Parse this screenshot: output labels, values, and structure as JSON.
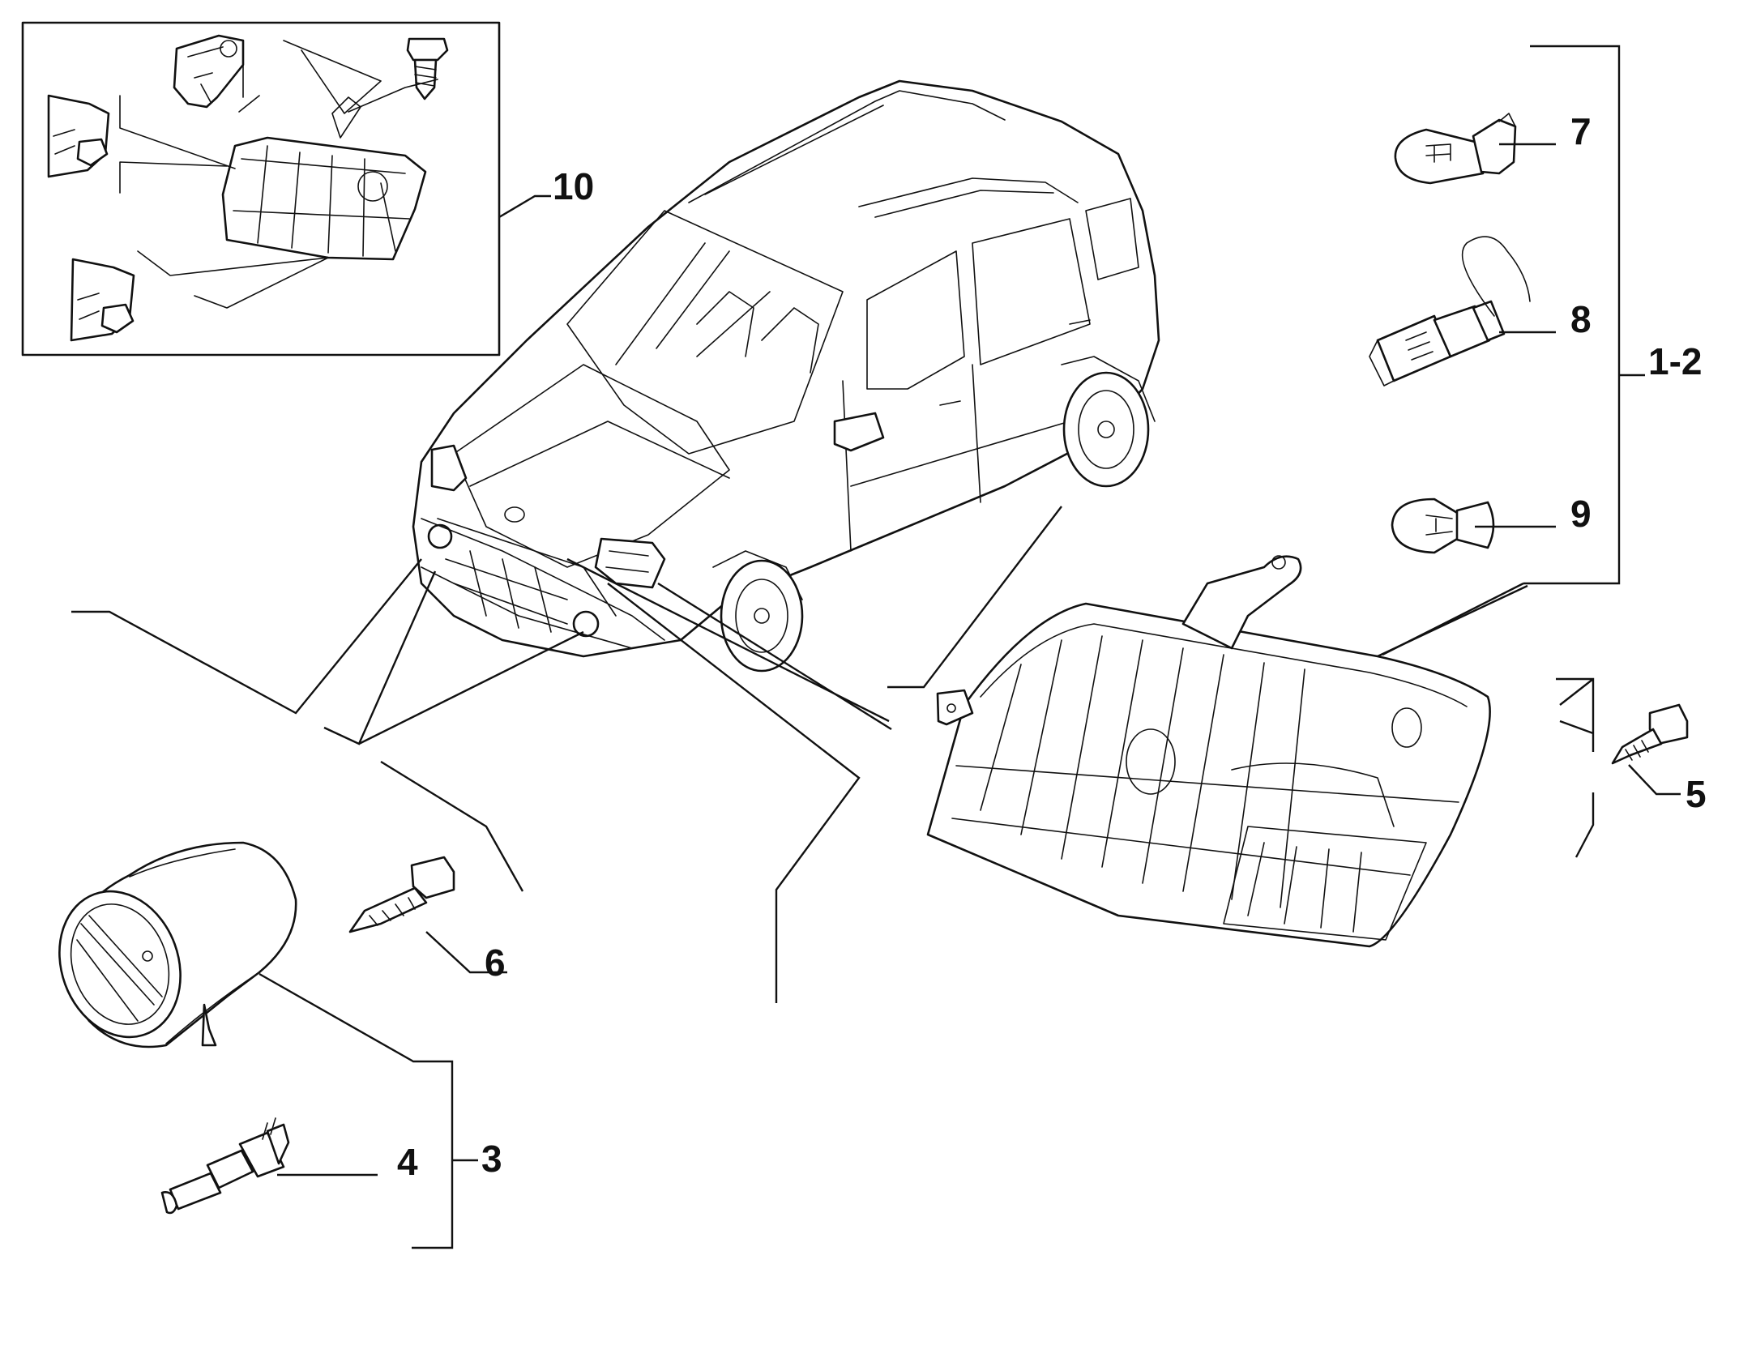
{
  "callouts": {
    "c10": "10",
    "c7": "7",
    "c8": "8",
    "c12": "1-2",
    "c9": "9",
    "c5": "5",
    "c6": "6",
    "c4": "4",
    "c3": "3"
  }
}
